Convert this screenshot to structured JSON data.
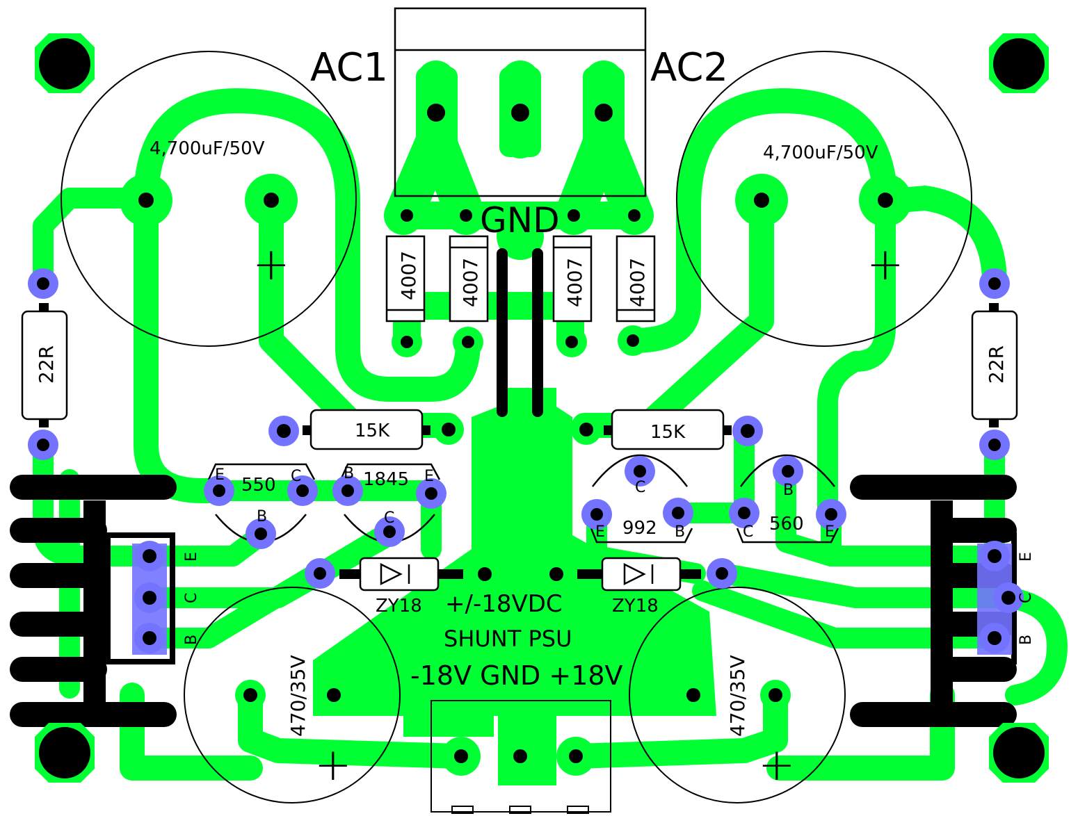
{
  "labels": {
    "ac1": "AC1",
    "ac2": "AC2",
    "gnd": "GND",
    "cap_big_left": "4,700uF/50V",
    "cap_big_right": "4,700uF/50V",
    "cap_small_left": "470/35V",
    "cap_small_right": "470/35V",
    "plus": "+",
    "diode1": "4007",
    "diode2": "4007",
    "diode3": "4007",
    "diode4": "4007",
    "r22_left": "22R",
    "r22_right": "22R",
    "r15k_left": "15K",
    "r15k_right": "15K",
    "t550": "550",
    "t1845": "1845",
    "t992": "992",
    "t560": "560",
    "zener_left": "ZY18",
    "zener_right": "ZY18",
    "title_line1": "+/-18VDC",
    "title_line2": "SHUNT PSU",
    "title_line3": "-18V GND +18V",
    "pin_e": "E",
    "pin_b": "B",
    "pin_c": "C"
  },
  "colors": {
    "copper": "#00ff33",
    "via": "#7373ff",
    "silkscreen": "#000000",
    "background": "#ffffff"
  }
}
